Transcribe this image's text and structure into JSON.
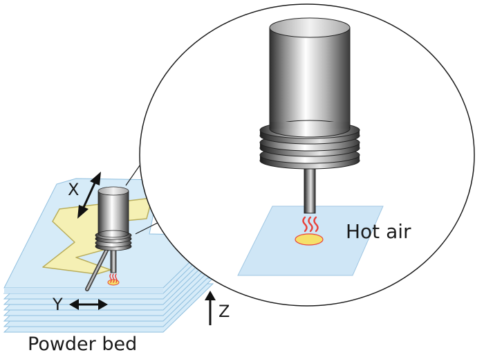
{
  "labels": {
    "x_axis": "X",
    "y_axis": "Y",
    "z_axis": "Z",
    "powder_bed": "Powder bed",
    "hot_air": "Hot air"
  },
  "colors": {
    "layer_fill": "#d6ebf8",
    "layer_edge": "#8fbfdf",
    "part_fill": "#f5f0b4",
    "part_edge": "#b9ad5a",
    "heat": "#e8433c",
    "spot": "#f5e06a"
  }
}
